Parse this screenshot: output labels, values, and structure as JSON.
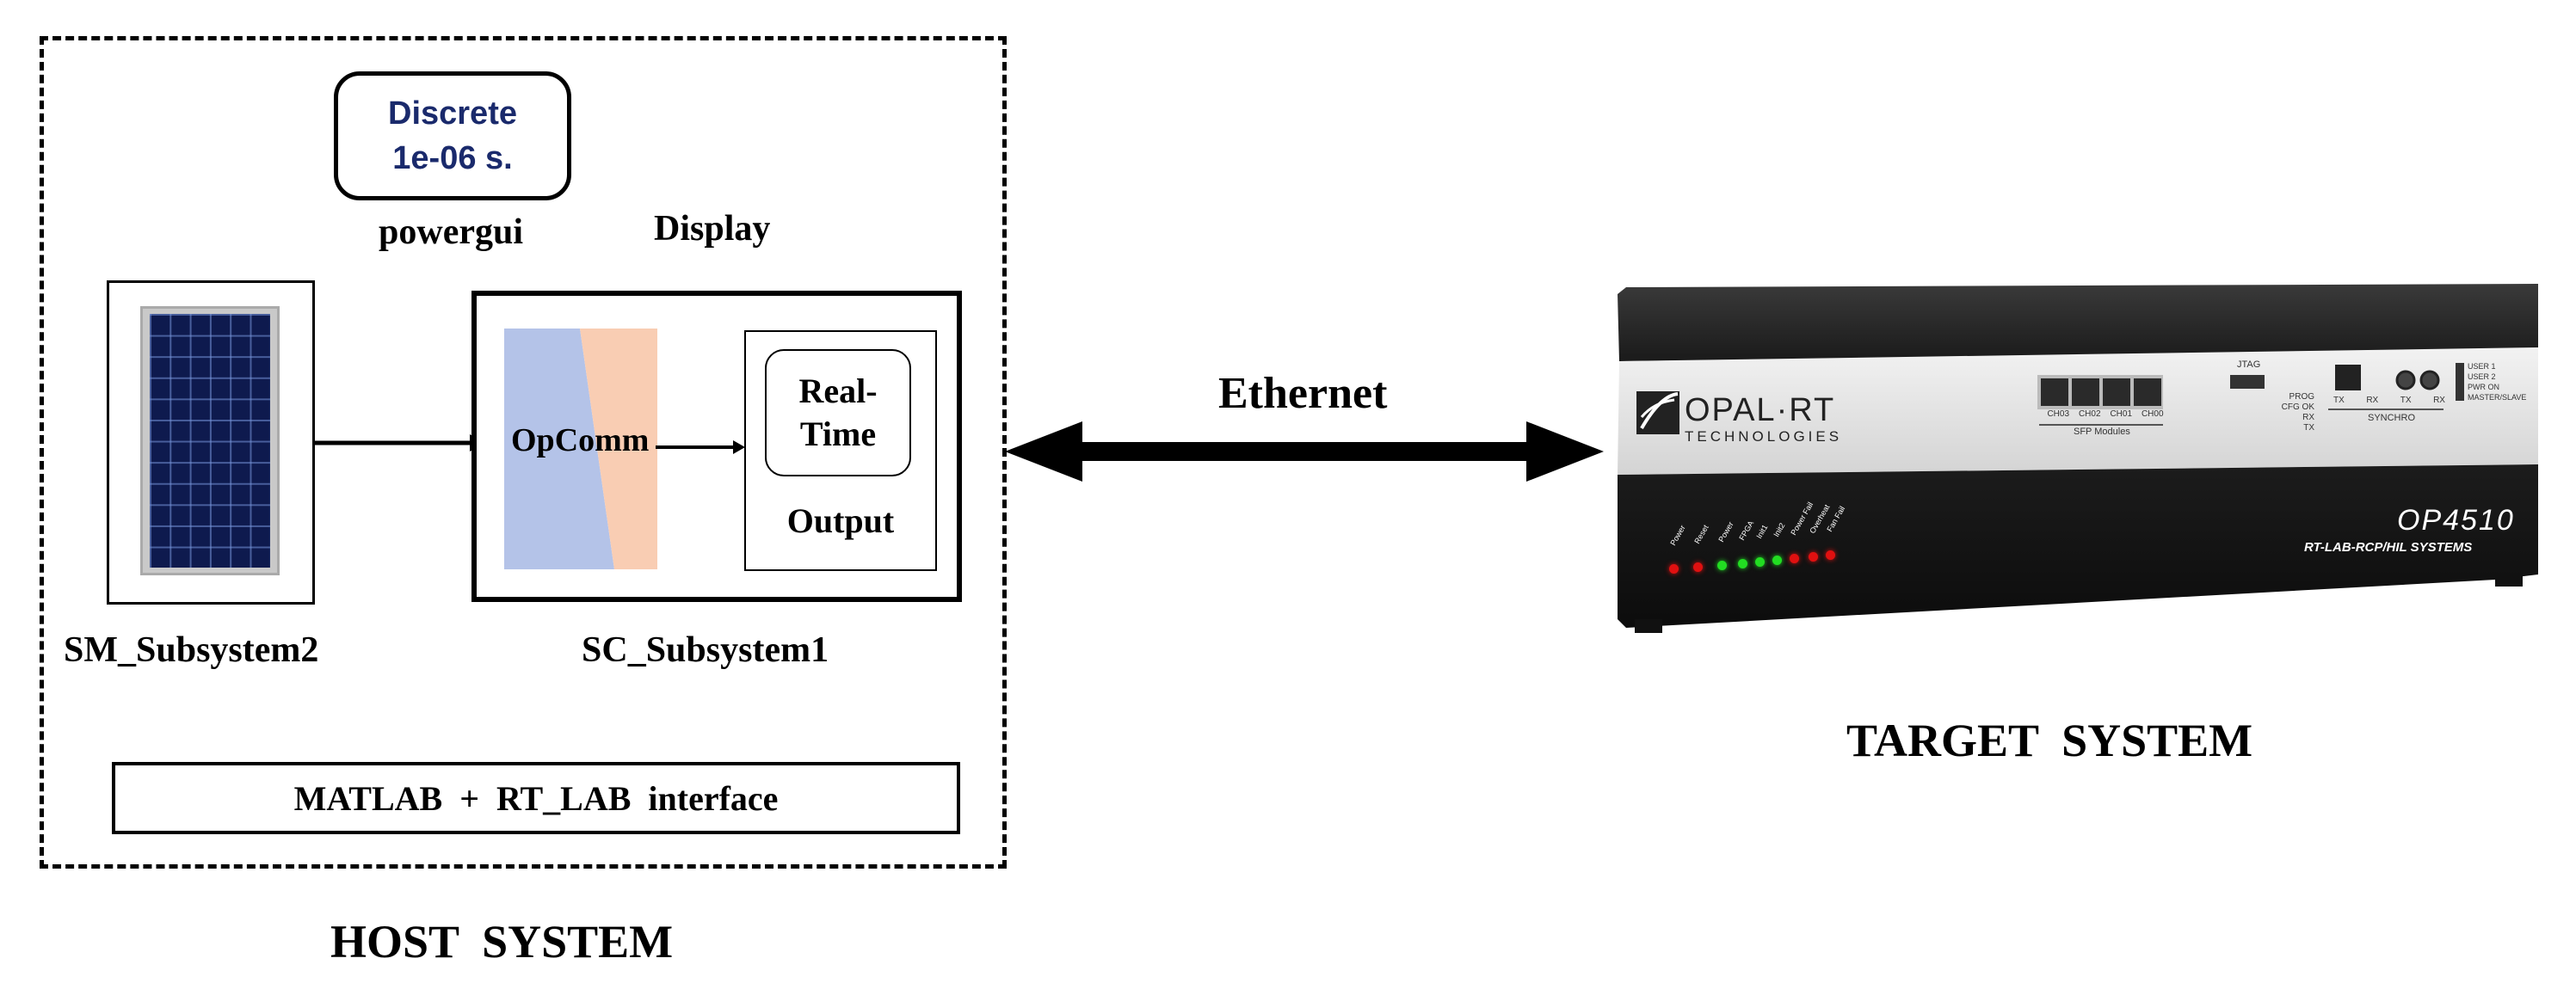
{
  "host": {
    "powergui_block": {
      "line1": "Discrete",
      "line2": "1e-06 s."
    },
    "powergui_label": "powergui",
    "display_label": "Display",
    "sm_subsystem_label": "SM_Subsystem2",
    "sc_subsystem_label": "SC_Subsystem1",
    "opcomm_label": "OpComm",
    "realtime_block": {
      "line1": "Real-",
      "line2": "Time"
    },
    "output_label": "Output",
    "interface_label": "MATLAB  +  RT_LAB  interface",
    "title": "HOST  SYSTEM"
  },
  "link": {
    "label": "Ethernet"
  },
  "target": {
    "title": "TARGET  SYSTEM",
    "device": {
      "brand": "OPAL·RT",
      "brand_sub": "TECHNOLOGIES",
      "model": "OP4510",
      "model_sub": "RT-LAB-RCP/HIL SYSTEMS",
      "sfp_ports": [
        "CH03",
        "CH02",
        "CH01",
        "CH00"
      ],
      "sfp_label": "SFP Modules",
      "jtag_label": "JTAG",
      "status_labels": [
        "PROG",
        "CFG OK",
        "RX",
        "TX"
      ],
      "synchro_label": "SYNCHRO",
      "synchro_ports": [
        "TX",
        "RX",
        "TX",
        "RX"
      ],
      "user_labels": [
        "USER 1",
        "USER 2",
        "PWR ON",
        "MASTER/SLAVE"
      ],
      "leds": [
        "Power",
        "Reset",
        "Power",
        "FPGA",
        "Init1",
        "Init2",
        "Power Fail",
        "Overheat",
        "Fan Fail"
      ],
      "led_colors": [
        "#e01010",
        "#e01010",
        "#22dd22",
        "#22dd22",
        "#22dd22",
        "#22dd22",
        "#e01010",
        "#e01010",
        "#e01010"
      ]
    }
  },
  "colors": {
    "opcomm_left": "#b4c3e8",
    "opcomm_right": "#f9cdb3",
    "powergui_text": "#1a2a6c",
    "pv_cells": "#0e1a4e"
  }
}
